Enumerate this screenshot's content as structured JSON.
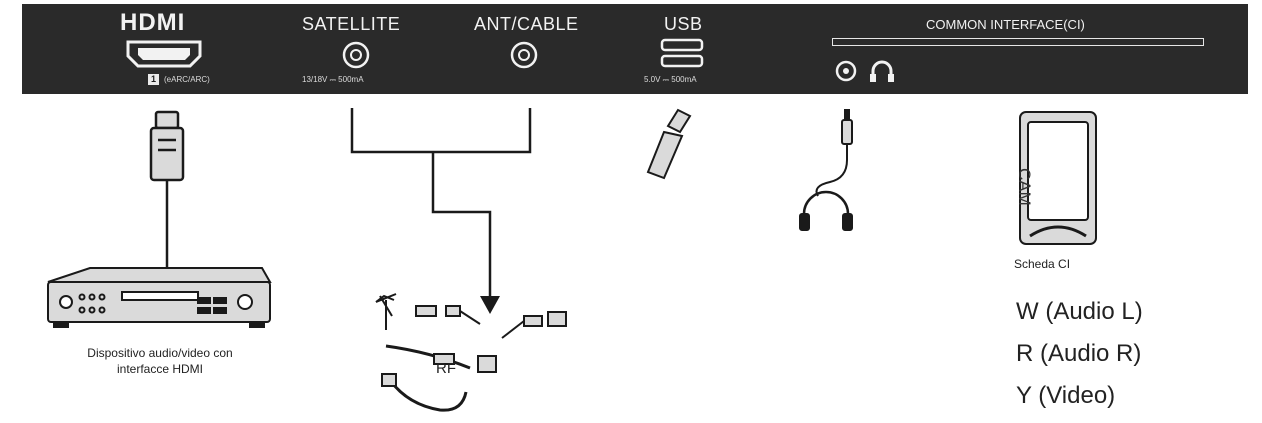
{
  "panel": {
    "hdmi": {
      "logo": "HDMI",
      "port_number": "1",
      "port_mode": "(eARC/ARC)"
    },
    "satellite": {
      "label": "SATELLITE",
      "spec": "13/18V ⎓ 500mA"
    },
    "antenna": {
      "label": "ANT/CABLE"
    },
    "usb": {
      "label": "USB",
      "spec": "5.0V ⎓ 500mA"
    },
    "ci": {
      "label": "COMMON INTERFACE(CI)"
    }
  },
  "devices": {
    "av_device_caption_line1": "Dispositivo audio/video con",
    "av_device_caption_line2": "interfacce HDMI",
    "rf_label": "RF",
    "cam_label": "CAM",
    "ci_card_caption": "Scheda CI"
  },
  "legend": [
    {
      "text": "W (Audio L)"
    },
    {
      "text": "R (Audio R)"
    },
    {
      "text": "Y (Video)"
    }
  ],
  "colors": {
    "panel": "#2a2a2a",
    "line": "#1a1a1a",
    "device_fill": "#dadada"
  }
}
